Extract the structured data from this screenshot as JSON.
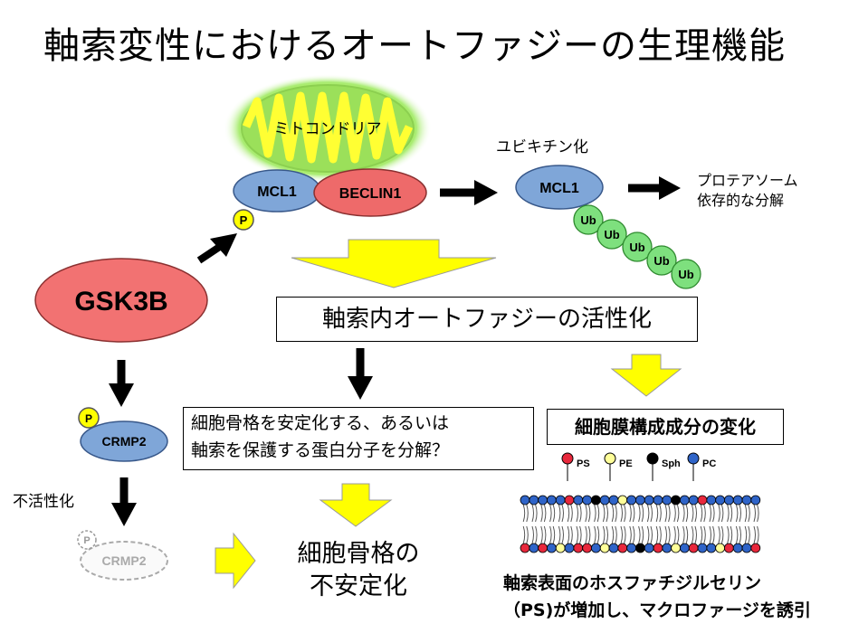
{
  "title": "軸索変性におけるオートファジーの生理機能",
  "mitochondria_label": "ミトコンドリア",
  "mcl1": "MCL1",
  "beclin1": "BECLIN1",
  "p": "P",
  "ubiquitination": "ユビキチン化",
  "mcl1_ub": "MCL1",
  "ub": [
    "Ub",
    "Ub",
    "Ub",
    "Ub",
    "Ub"
  ],
  "proteasome_line1": "プロテアソーム",
  "proteasome_line2": "依存的な分解",
  "gsk3b": "GSK3B",
  "axonal_autophagy": "軸索内オートファジーの活性化",
  "crmp2": "CRMP2",
  "inactivation": "不活性化",
  "crmp2_inactive": "CRMP2",
  "cytoskeleton_line1": "細胞骨格を安定化する、あるいは",
  "cytoskeleton_line2": "軸索を保護する蛋白分子を分解？",
  "destab_line1": "細胞骨格の",
  "destab_line2": "不安定化",
  "membrane_change": "細胞膜構成成分の変化",
  "lipids": [
    "PS",
    "PE",
    "Sph",
    "PC"
  ],
  "lipid_colors": {
    "PS": "#e8283c",
    "PE": "#ffff99",
    "Sph": "#000000",
    "PC": "#2f64c8"
  },
  "ps_line1": "軸索表面のホスファチジルセリン",
  "ps_line2": "（PS)が増加し、マクロファージを誘引"
}
